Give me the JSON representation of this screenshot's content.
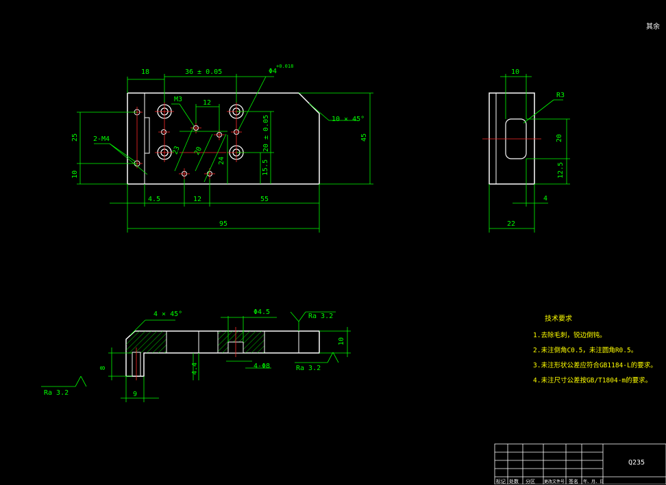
{
  "corner_note": "其余",
  "material": "Q235",
  "front_view": {
    "dims": {
      "w18": "18",
      "w36": "36 ± 0.05",
      "hole_dia": "Φ4",
      "hole_tol": "+0.018",
      "chamfer": "10 × 45°",
      "m3": "M3",
      "d12_top": "12",
      "h25": "25",
      "h10": "10",
      "m4": "2-M4",
      "v23": "23",
      "v20": "20",
      "v24": "24",
      "h20_tol": "20 ± 0.05",
      "h15_5": "15.5",
      "h45": "45",
      "b4_5": "4.5",
      "b12": "12",
      "b55": "55",
      "b95": "95"
    }
  },
  "side_view": {
    "dims": {
      "w10": "10",
      "r3": "R3",
      "h20": "20",
      "h12_5": "12.5",
      "w4": "4",
      "w22": "22"
    }
  },
  "section_view": {
    "dims": {
      "chamfer": "4 × 45°",
      "dia": "Φ4.5",
      "ra_top": "Ra 3.2",
      "h10": "10",
      "h8": "8",
      "h4_4": "4.4",
      "holes": "4-Φ8",
      "ra_right": "Ra 3.2",
      "ra_left": "Ra 3.2",
      "w9": "9"
    }
  },
  "tech_requirements": {
    "title": "技术要求",
    "items": [
      "1.去除毛刺，锐边倒钝。",
      "2.未注倒角C0.5，未注圆角R0.5。",
      "3.未注形状公差应符合GB1184-L的要求。",
      "4.未注尺寸公差按GB/T1804-m的要求。"
    ]
  },
  "title_block": {
    "headers": [
      "标记",
      "处数",
      "分区",
      "更改文件号",
      "签名",
      "年、月、日"
    ]
  }
}
